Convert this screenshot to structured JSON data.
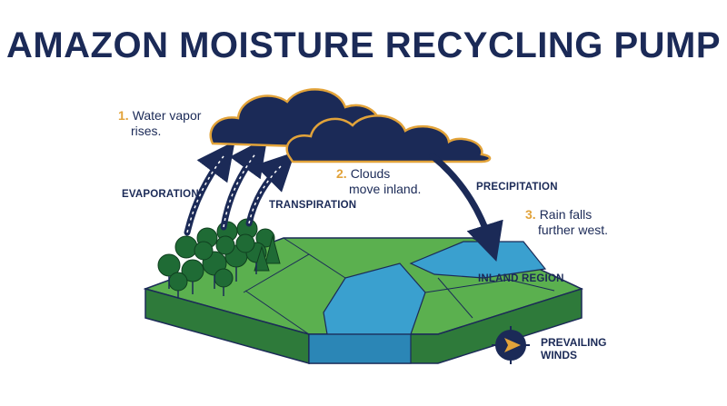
{
  "title": "AMAZON MOISTURE RECYCLING PUMP",
  "steps": [
    {
      "num": "1.",
      "line1": "Water vapor",
      "line2": "rises."
    },
    {
      "num": "2.",
      "line1": "Clouds",
      "line2": "move inland."
    },
    {
      "num": "3.",
      "line1": "Rain falls",
      "line2": "further west."
    }
  ],
  "labels": {
    "evaporation": "EVAPORATION",
    "transpiration": "TRANSPIRATION",
    "precipitation": "PRECIPITATION",
    "inland_region": "INLAND REGION"
  },
  "wind": {
    "line1": "PREVAILING",
    "line2": "WINDS",
    "icon": "compass-arrow-icon"
  },
  "colors": {
    "navy": "#1b2a57",
    "accent": "#e2a33a",
    "grass": "#5bb04f",
    "grass_dark": "#2e7a3a",
    "water": "#3aa0cf",
    "water_dark": "#2b86b6",
    "tree": "#1f6b35"
  }
}
